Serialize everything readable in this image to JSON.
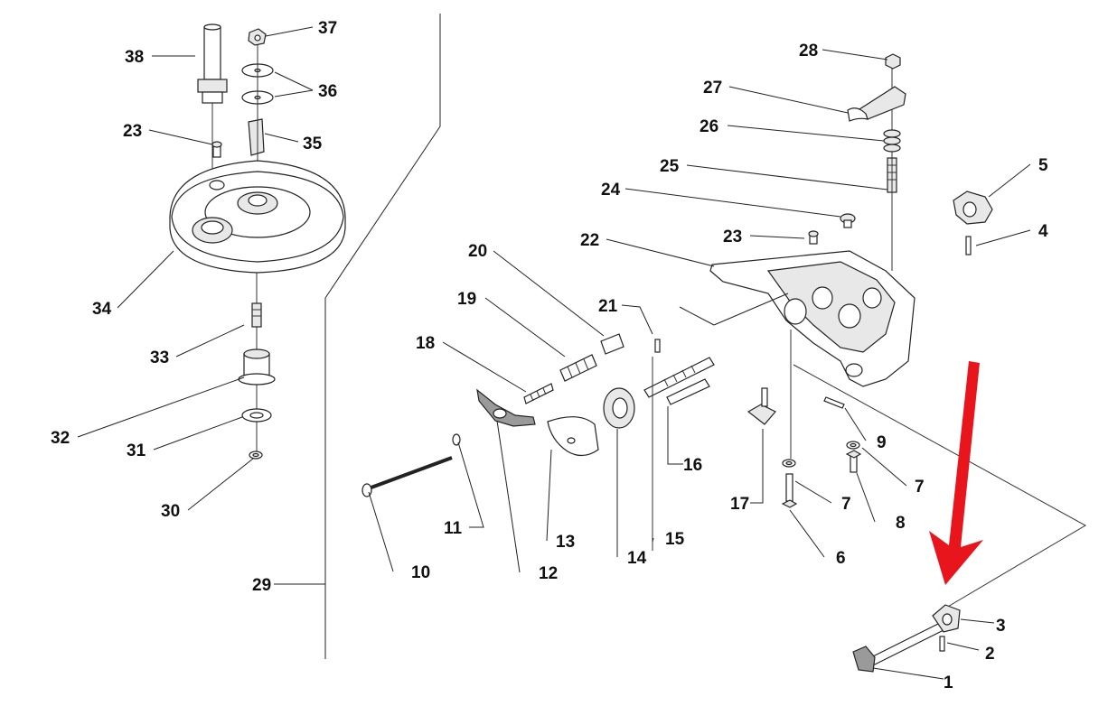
{
  "labels": {
    "p1": "1",
    "p2": "2",
    "p3": "3",
    "p4": "4",
    "p5": "5",
    "p6": "6",
    "p7a": "7",
    "p7b": "7",
    "p8": "8",
    "p9": "9",
    "p10": "10",
    "p11": "11",
    "p12": "12",
    "p13": "13",
    "p14": "14",
    "p15": "15",
    "p16": "16",
    "p17": "17",
    "p18": "18",
    "p19": "19",
    "p20": "20",
    "p21": "21",
    "p22": "22",
    "p23a": "23",
    "p23b": "23",
    "p24": "24",
    "p25": "25",
    "p26": "26",
    "p27": "27",
    "p28": "28",
    "p29": "29",
    "p30": "30",
    "p31": "31",
    "p32": "32",
    "p33": "33",
    "p34": "34",
    "p35": "35",
    "p36": "36",
    "p37": "37",
    "p38": "38"
  },
  "colors": {
    "arrow": "#e8161c",
    "line": "#222222",
    "shade": "#e8e8e8"
  }
}
